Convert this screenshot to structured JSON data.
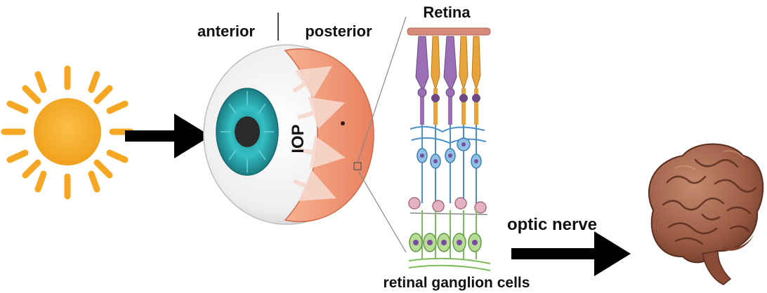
{
  "labels": {
    "anterior": "anterior",
    "posterior": "posterior",
    "iop": "IOP",
    "retina": "Retina",
    "optic_nerve": "optic nerve",
    "retinal_ganglion_cells": "retinal ganglion cells"
  },
  "icons": {
    "light_source": "sun-icon",
    "eye": "eye-cross-section-icon",
    "retina_layers": "retina-cell-layers-icon",
    "brain": "brain-icon"
  },
  "colors": {
    "sun": "#F5A623",
    "iris": "#2BB3B8",
    "pupil": "#2A2A2A",
    "eye_interior": "#F08F6E",
    "photoreceptor_rod": "#9B6FB5",
    "photoreceptor_cone": "#E8A33A",
    "bipolar_cells": "#4A90C8",
    "ganglion_cells": "#7DBB5A",
    "brain": "#A0614A",
    "arrow": "#000000"
  }
}
